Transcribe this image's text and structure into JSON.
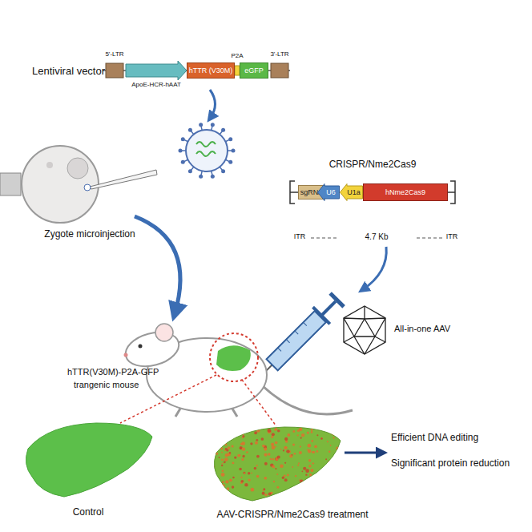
{
  "diagram": {
    "nodes": [
      {
        "text": [
          "hTTR (V30M)"
        ]
      },
      {
        "text": [
          "eGFP"
        ]
      },
      {
        "text": [
          "sgRNA"
        ]
      },
      {
        "text": [
          "U6"
        ]
      },
      {
        "text": [
          "U1a"
        ]
      },
      {
        "text": [
          "hNme2Cas9"
        ]
      }
    ],
    "labels": [
      "Lentiviral vector",
      "5'-LTR",
      "P2A",
      "3'-LTR",
      "ApoE-HCR-hAAT",
      "CRISPR/Nme2Cas9",
      "ITR",
      "4.7 Kb",
      "ITR",
      "Zygote microinjection",
      "All-in-one AAV",
      "hTTR(V30M)-P2A-GFP",
      "trangenic mouse",
      "Control",
      "AAV-CRISPR/Nme2Cas9 treatment",
      "Efficient DNA editing",
      "Significant protein reduction"
    ]
  }
}
